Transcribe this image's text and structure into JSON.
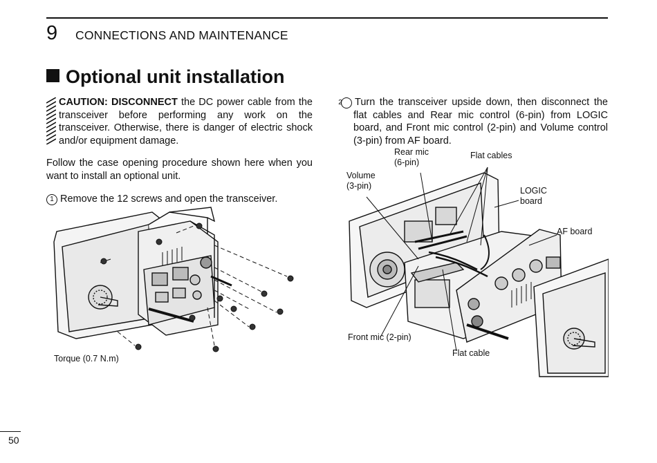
{
  "header": {
    "chapter_number": "9",
    "chapter_title": "CONNECTIONS AND MAINTENANCE"
  },
  "section": {
    "title": "Optional unit installation"
  },
  "caution": {
    "lead": "CAUTION: DISCONNECT",
    "text": " the DC power cable from the transceiver before performing any work on the transceiver. Otherwise, there is danger of electric shock and/or equipment damage."
  },
  "intro": "Follow the case opening procedure shown here when you want to install an optional unit.",
  "steps": [
    {
      "marker": "1",
      "text": "Remove the 12 screws and open the transceiver."
    },
    {
      "marker": "2",
      "text": "Turn the transceiver upside down, then disconnect the flat cables and Rear mic control (6-pin) from LOGIC board, and Front mic control (2-pin) and Volume control (3-pin) from AF board."
    }
  ],
  "figure1": {
    "torque_label": "Torque (0.7 N.m)"
  },
  "figure2": {
    "labels": {
      "rear_mic_1": "Rear mic",
      "rear_mic_2": "(6-pin)",
      "flat_cables": "Flat cables",
      "volume_1": "Volume",
      "volume_2": "(3-pin)",
      "logic_1": "LOGIC",
      "logic_2": "board",
      "af_board": "AF board",
      "front_mic": "Front mic (2-pin)",
      "flat_cable": "Flat cable"
    }
  },
  "footer": {
    "page_number": "50"
  }
}
